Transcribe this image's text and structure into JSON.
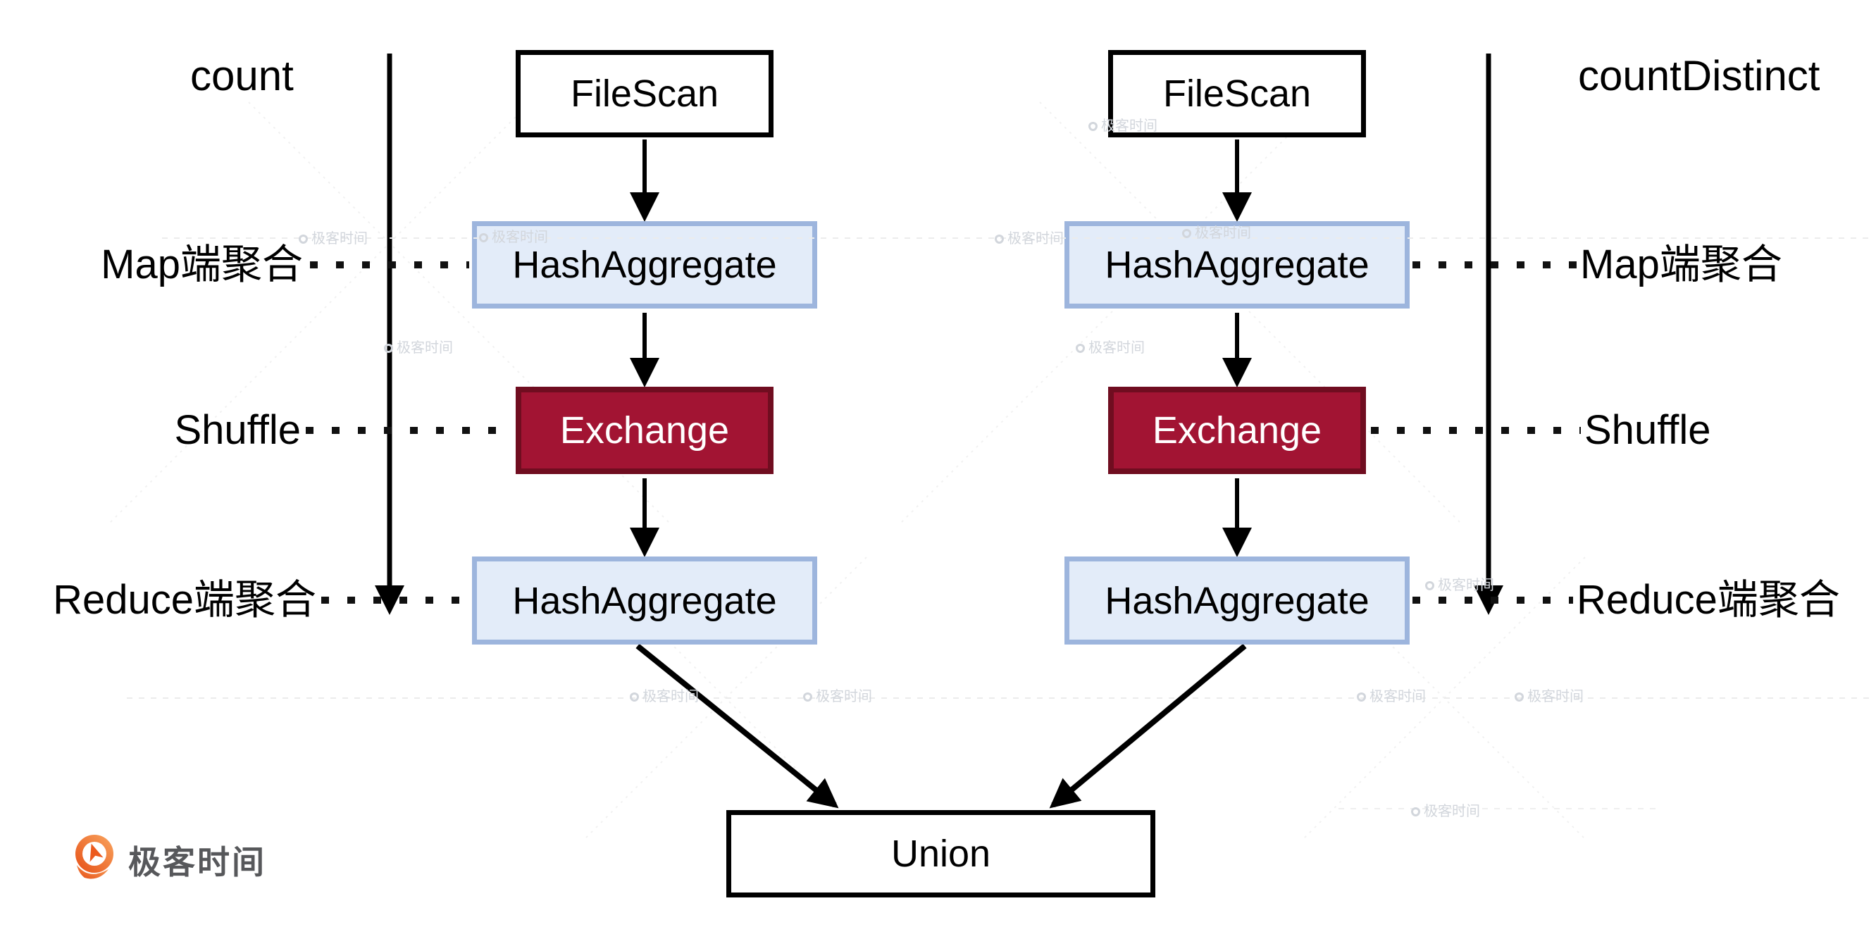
{
  "left_plan": {
    "title": "count",
    "stages": [
      "FileScan",
      "HashAggregate",
      "Exchange",
      "HashAggregate"
    ]
  },
  "right_plan": {
    "title": "countDistinct",
    "stages": [
      "FileScan",
      "HashAggregate",
      "Exchange",
      "HashAggregate"
    ]
  },
  "union_label": "Union",
  "annotations": {
    "left": [
      "Map端聚合",
      "Shuffle",
      "Reduce端聚合"
    ],
    "right": [
      "Map端聚合",
      "Shuffle",
      "Reduce端聚合"
    ]
  },
  "brand": {
    "logo_text": "极客时间",
    "watermark_text": "极客时间"
  },
  "colors": {
    "node_fill": "#ffffff",
    "node_border": "#000000",
    "hashaggregate_fill": "#e3ecf9",
    "hashaggregate_border": "#9db5dd",
    "exchange_fill": "#a21433",
    "exchange_border": "#700d20",
    "exchange_text": "#ffffff",
    "arrow_black": "#000000",
    "logo_orange": "#ed5a20",
    "logo_text_gray": "#57585b",
    "watermark_gray": "#d2d6dc"
  }
}
